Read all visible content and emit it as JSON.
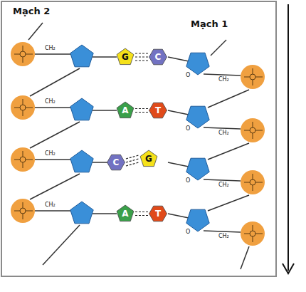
{
  "diagram": {
    "nodes": [
      {
        "text": [
          "G"
        ]
      },
      {
        "text": [
          "C"
        ]
      },
      {
        "text": [
          "A"
        ]
      },
      {
        "text": [
          "T"
        ]
      },
      {
        "text": [
          "C"
        ]
      },
      {
        "text": [
          "G"
        ]
      },
      {
        "text": [
          "A"
        ]
      },
      {
        "text": [
          "T"
        ]
      }
    ],
    "edges": [
      {
        "from": 0,
        "to": 1,
        "arrow": "none"
      },
      {
        "from": 2,
        "to": 3,
        "arrow": "none"
      },
      {
        "from": 4,
        "to": 5,
        "arrow": "none"
      },
      {
        "from": 6,
        "to": 7,
        "arrow": "none"
      }
    ],
    "labels": [
      "Mạch 2",
      "Mạch 1",
      "CH₂",
      "CH₂",
      "CH₂",
      "CH₂",
      "CH₂",
      "CH₂",
      "CH₂",
      "CH₂",
      "O",
      "O",
      "O",
      "O"
    ]
  }
}
